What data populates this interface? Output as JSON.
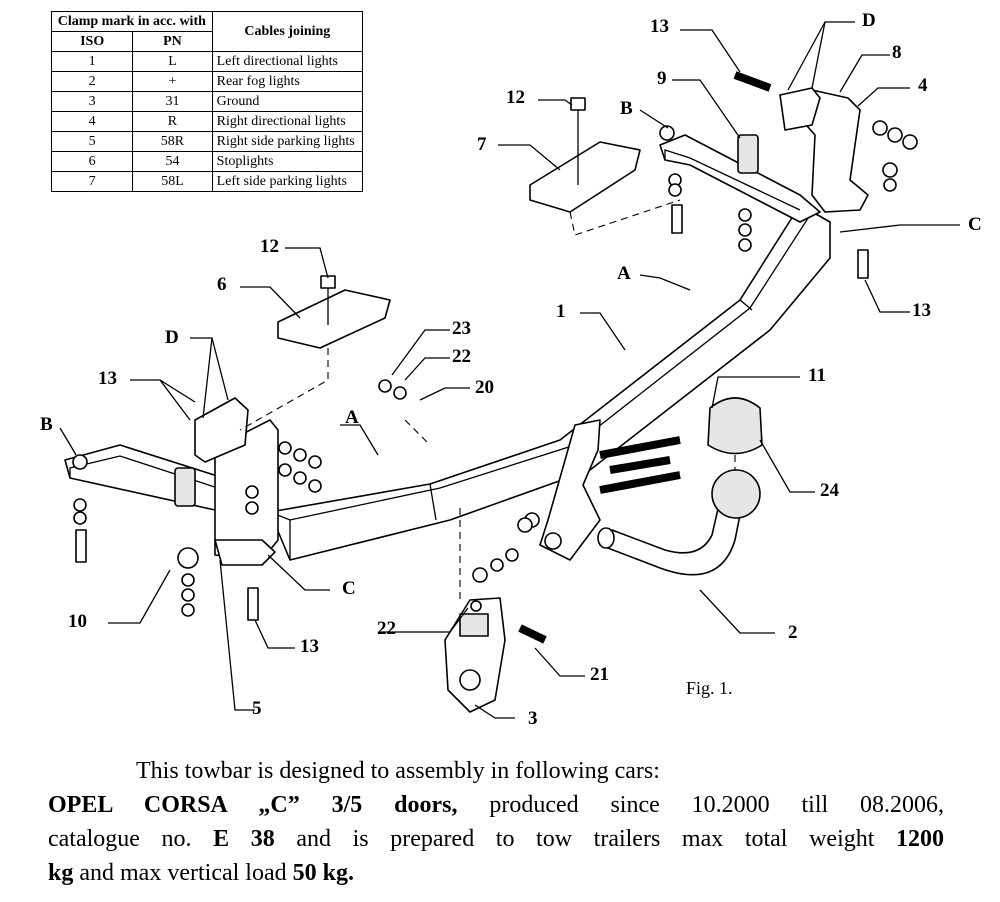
{
  "table": {
    "header_clamp": "Clamp mark in acc. with",
    "header_cables": "Cables joining",
    "header_iso": "ISO",
    "header_pn": "PN",
    "rows": [
      {
        "iso": "1",
        "pn": "L",
        "cable": "Left directional lights"
      },
      {
        "iso": "2",
        "pn": "+",
        "cable": "Rear fog lights"
      },
      {
        "iso": "3",
        "pn": "31",
        "cable": "Ground"
      },
      {
        "iso": "4",
        "pn": "R",
        "cable": "Right directional lights"
      },
      {
        "iso": "5",
        "pn": "58R",
        "cable": "Right side parking lights"
      },
      {
        "iso": "6",
        "pn": "54",
        "cable": "Stoplights"
      },
      {
        "iso": "7",
        "pn": "58L",
        "cable": "Left side parking lights"
      }
    ]
  },
  "labels": {
    "l13_top": "13",
    "lD_top": "D",
    "l8": "8",
    "l4": "4",
    "l9": "9",
    "l12_top": "12",
    "lB_top": "B",
    "l7": "7",
    "lC_right": "C",
    "lA_top": "A",
    "l13_right": "13",
    "l12_mid": "12",
    "l6": "6",
    "l1": "1",
    "l23": "23",
    "lD_left": "D",
    "l22_mid": "22",
    "l20": "20",
    "l13_left": "13",
    "l11": "11",
    "lB_left": "B",
    "lA_left": "A",
    "l24": "24",
    "lC_left": "C",
    "l10": "10",
    "l22_bottom": "22",
    "l13_bottom": "13",
    "l2": "2",
    "l21": "21",
    "l5": "5",
    "l3": "3"
  },
  "figure_label": "Fig. 1.",
  "caption": {
    "line1": "This towbar is designed to assembly in following cars:",
    "car_model": "OPEL CORSA „C” 3/5 doors,",
    "line2_rest": " produced since 10.2000 till 08.2006,",
    "line3_pre": "catalogue no. ",
    "catalogue_no": "E 38",
    "line3_mid": " and is prepared to tow trailers max total weight ",
    "max_weight": "1200",
    "line4_kg": "kg",
    "line4_mid": " and max vertical load ",
    "vertical_load": "50 kg."
  }
}
